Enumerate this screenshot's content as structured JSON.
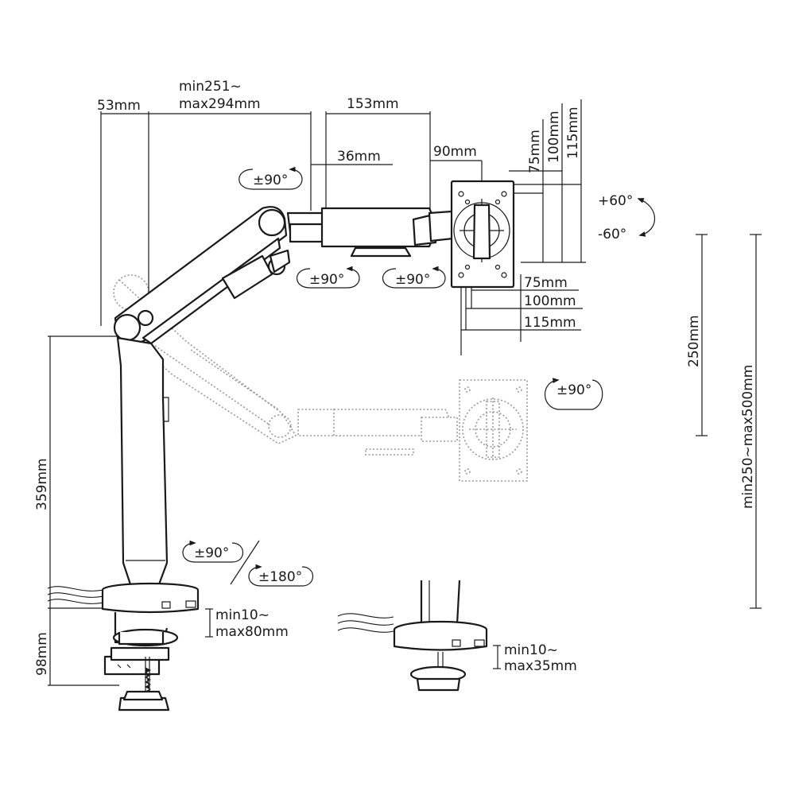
{
  "dimensions": {
    "top_offset": "53mm",
    "arm_reach_line1": "min251~",
    "arm_reach_line2": "max294mm",
    "forearm_length": "153mm",
    "joint_depth": "36mm",
    "vesa_offset": "90mm",
    "vesa_v1": "75mm",
    "vesa_v2": "100mm",
    "vesa_v3": "115mm",
    "vesa_h1": "75mm",
    "vesa_h2": "100mm",
    "vesa_h3": "115mm",
    "pole_height": "359mm",
    "clamp_height": "98mm",
    "tilt_range": "250mm",
    "height_range": "min250~max500mm",
    "clamp_desk_line1": "min10~",
    "clamp_desk_line2": "max80mm",
    "grommet_desk_line1": "min10~",
    "grommet_desk_line2": "max35mm"
  },
  "rotations": {
    "arm_swivel": "±90°",
    "elbow_swivel_left": "±90°",
    "elbow_swivel_right": "±90°",
    "tilt_up": "+60°",
    "tilt_down": "-60°",
    "screen_rotate": "±90°",
    "base_swivel": "±90°",
    "base_rotate": "±180°"
  }
}
